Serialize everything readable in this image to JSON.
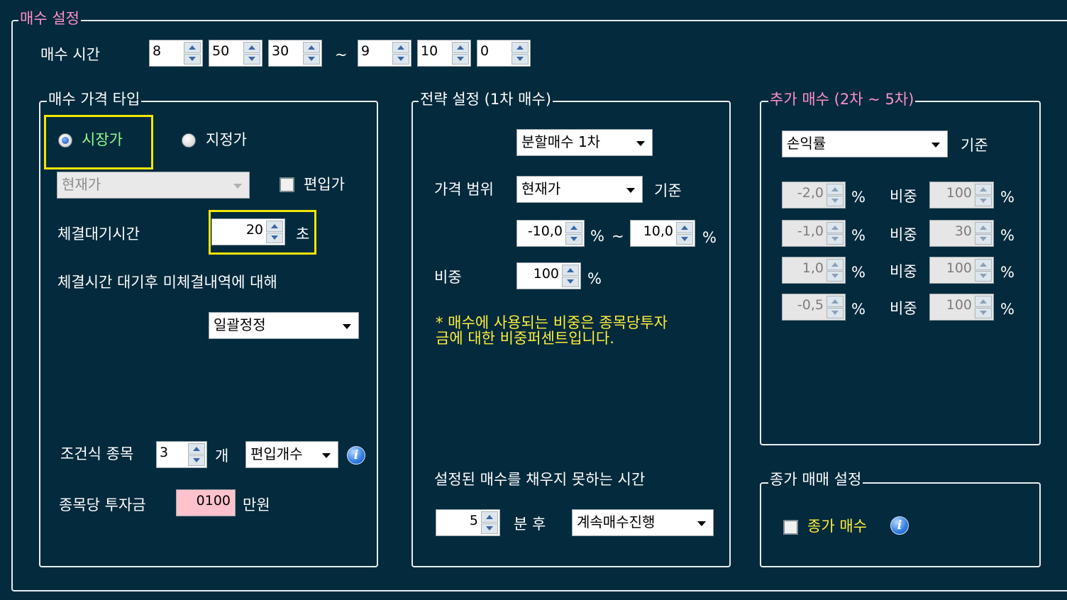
{
  "main_group": {
    "title": "매수 설정"
  },
  "buy_time": {
    "label": "매수 시간",
    "start": [
      "8",
      "50",
      "30"
    ],
    "separator": "~",
    "end": [
      "9",
      "10",
      "0"
    ]
  },
  "price_type": {
    "title": "매수 가격 타입",
    "radio_market": "시장가",
    "radio_limit": "지정가",
    "price_select": "현재가",
    "include_price_label": "편입가",
    "wait_label": "체결대기시간",
    "wait_value": "20",
    "wait_unit": "초",
    "after_wait_label": "체결시간 대기후 미체결내역에 대해",
    "after_wait_select": "일괄정정",
    "cond_label": "조건식 종목",
    "cond_value": "3",
    "cond_unit": "개",
    "cond_select": "편입개수",
    "invest_label": "종목당 투자금",
    "invest_value": "0100",
    "invest_unit": "만원"
  },
  "strategy": {
    "title": "전략 설정 (1차 매수)",
    "split_select": "분할매수 1차",
    "range_label": "가격 범위",
    "range_select": "현재가",
    "range_basis": "기준",
    "range_from": "-10,0",
    "range_from_unit": "%",
    "range_sep": "~",
    "range_to": "10,0",
    "range_to_unit": "%",
    "weight_label": "비중",
    "weight_value": "100",
    "weight_unit": "%",
    "note_line1": "* 매수에 사용되는 비중은 종목당투자",
    "note_line2": "금에 대한 비중퍼센트입니다.",
    "unfilled_label": "설정된 매수를 채우지 못하는 시간",
    "unfilled_value": "5",
    "unfilled_unit": "분 후",
    "unfilled_select": "계속매수진행"
  },
  "additional": {
    "title": "추가 매수 (2차 ~ 5차)",
    "basis_select": "손익률",
    "basis_label": "기준",
    "rows": [
      {
        "pct": "-2,0",
        "pct_unit": "%",
        "weight_label": "비중",
        "weight": "100",
        "weight_unit": "%"
      },
      {
        "pct": "-1,0",
        "pct_unit": "%",
        "weight_label": "비중",
        "weight": "30",
        "weight_unit": "%"
      },
      {
        "pct": "1,0",
        "pct_unit": "%",
        "weight_label": "비중",
        "weight": "100",
        "weight_unit": "%"
      },
      {
        "pct": "-0,5",
        "pct_unit": "%",
        "weight_label": "비중",
        "weight": "100",
        "weight_unit": "%"
      }
    ]
  },
  "closing": {
    "title": "종가 매매 설정",
    "checkbox_label": "종가 매수"
  },
  "colors": {
    "background": "#032a3d",
    "highlight": "#f3e600",
    "title_pink": "#ff8fc8",
    "note_yellow": "#ffef3a",
    "selected_green": "#8dff8d"
  }
}
